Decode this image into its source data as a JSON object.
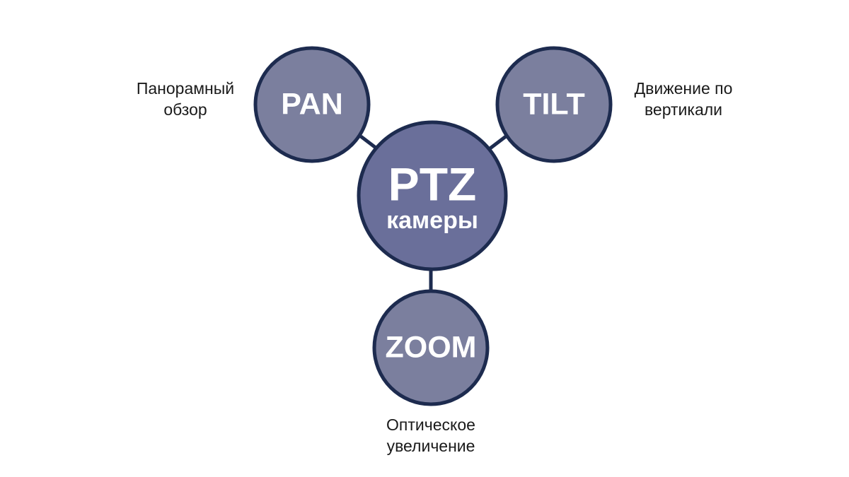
{
  "colors": {
    "node_fill": "#7b7f9e",
    "hub_fill": "#6a6f9a",
    "stroke": "#1d2b4f",
    "text": "#ffffff",
    "caption_text": "#1a1a1a"
  },
  "hub": {
    "title": "PTZ",
    "subtitle": "камеры"
  },
  "nodes": {
    "pan": {
      "label": "PAN",
      "caption_line1": "Панорамный",
      "caption_line2": "обзор"
    },
    "tilt": {
      "label": "TILT",
      "caption_line1": "Движение по",
      "caption_line2": "вертикали"
    },
    "zoom": {
      "label": "ZOOM",
      "caption_line1": "Оптическое",
      "caption_line2": "увеличение"
    }
  }
}
